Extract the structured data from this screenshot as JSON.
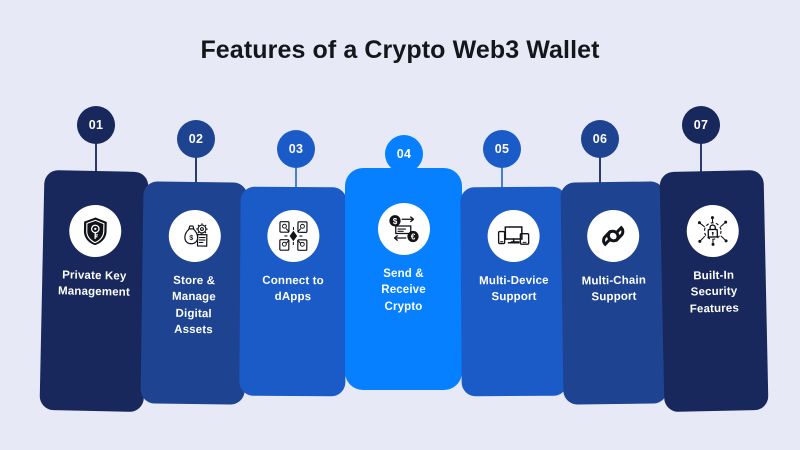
{
  "header": {
    "title": "Features of a Crypto Web3 Wallet"
  },
  "theme": {
    "background": "#e7e9f6",
    "title_color": "#14161c",
    "connector_color": "#2b3a72",
    "label_color": "#ffffff",
    "icon_badge_background": "#ffffff"
  },
  "cards": [
    {
      "number": "01",
      "label": "Private Key\nManagement",
      "icon": "shield-key-icon",
      "color": "#18285c",
      "badge_color": "#18285c"
    },
    {
      "number": "02",
      "label": "Store &\nManage\nDigital\nAssets",
      "icon": "money-bag-assets-icon",
      "color": "#1d4391",
      "badge_color": "#1d4391"
    },
    {
      "number": "03",
      "label": "Connect to\ndApps",
      "icon": "dapps-network-icon",
      "color": "#1b5bc8",
      "badge_color": "#1b5bc8"
    },
    {
      "number": "04",
      "label": "Send &\nReceive\nCrypto",
      "icon": "send-receive-crypto-icon",
      "color": "#0680ff",
      "badge_color": "#0680ff"
    },
    {
      "number": "05",
      "label": "Multi-Device\nSupport",
      "icon": "multi-device-icon",
      "color": "#1b5bc8",
      "badge_color": "#1b5bc8"
    },
    {
      "number": "06",
      "label": "Multi-Chain\nSupport",
      "icon": "chain-link-icon",
      "color": "#1d4391",
      "badge_color": "#1d4391"
    },
    {
      "number": "07",
      "label": "Built-In\nSecurity\nFeatures",
      "icon": "lock-network-security-icon",
      "color": "#18285c",
      "badge_color": "#18285c"
    }
  ]
}
